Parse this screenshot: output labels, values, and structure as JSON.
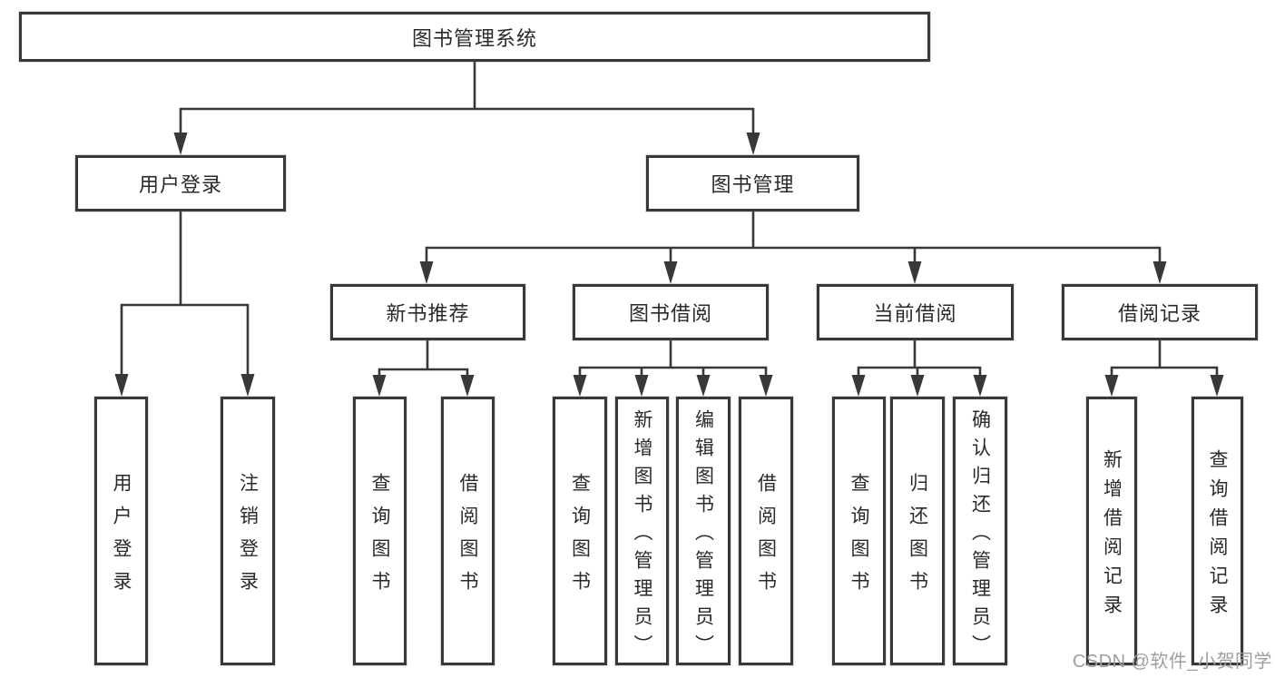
{
  "diagram": {
    "root": {
      "label": "图书管理系统"
    },
    "level2": [
      {
        "label": "用户登录"
      },
      {
        "label": "图书管理"
      }
    ],
    "level3": [
      {
        "label": "新书推荐"
      },
      {
        "label": "图书借阅"
      },
      {
        "label": "当前借阅"
      },
      {
        "label": "借阅记录"
      }
    ],
    "leaves": [
      {
        "label": "用户登录"
      },
      {
        "label": "注销登录"
      },
      {
        "label": "查询图书"
      },
      {
        "label": "借阅图书"
      },
      {
        "label": "查询图书"
      },
      {
        "label": "新增图书（管理员）"
      },
      {
        "label": "编辑图书（管理员）"
      },
      {
        "label": "借阅图书"
      },
      {
        "label": "查询图书"
      },
      {
        "label": "归还图书"
      },
      {
        "label": "确认归还（管理员）"
      },
      {
        "label": "新增借阅记录"
      },
      {
        "label": "查询借阅记录"
      }
    ]
  },
  "watermark": "CSDN @软件_小贺同学",
  "colors": {
    "line": "#383838",
    "text": "#2a2a2a",
    "watermark": "#9e9e9e",
    "background": "#ffffff"
  }
}
